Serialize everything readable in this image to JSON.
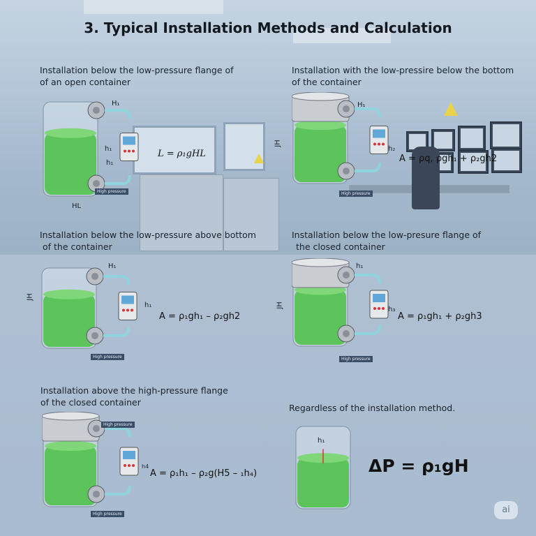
{
  "title": "3. Typical Installation Methods and Calculation",
  "panels": [
    {
      "title_line1": "Installation below the low-pressure flange of",
      "title_line2": "of an open container",
      "formula": "L = ρ₁gHL",
      "labels": {
        "top": "H₁",
        "mid": "h₁",
        "mid2": "h₁",
        "bottom": "HL"
      },
      "tag": "High pressure"
    },
    {
      "title_line1": "Installation with the low-pressire below the bottom",
      "title_line2": "of the container",
      "formula": "A = ρq, ρgh₁ + ρ₂gh2",
      "labels": {
        "top": "H₁",
        "mid": "h₂",
        "side": "JH"
      },
      "tag": "High pressure"
    },
    {
      "title_line1": "Installation below the low-pressure above bottom",
      "title_line2": "of the container",
      "formula": "A = ρ₁gh₁ – ρ₂gh2",
      "labels": {
        "top": "H₁",
        "mid": "h₁",
        "side": "JH"
      },
      "tag": "High pressure"
    },
    {
      "title_line1": "Installation below the low-presure flange of",
      "title_line2": "the closed container",
      "formula": "A = ρ₁gh₁ + ρ₂gh3",
      "labels": {
        "top": "h₁",
        "mid": "h₃",
        "side": "JH"
      },
      "tag": "High pressure"
    },
    {
      "title_line1": "Installation above the high-pressure flange",
      "title_line2": "of the closed container",
      "formula": "A = ρ₁h₁ – ρ₂g(H5 – ₁h₄)",
      "labels": {
        "mid": "h4"
      },
      "tag_top": "High pressure",
      "tag": "High pressure"
    },
    {
      "title_line1": "Regardless of the installation method.",
      "formula": "ΔP = ρ₁gH",
      "labels": {
        "top": "h₁"
      }
    }
  ],
  "badge": "ai",
  "colors": {
    "liquid": "#5cc45a",
    "pipe": "#8fd3dc",
    "tag": "#3a4d66"
  }
}
